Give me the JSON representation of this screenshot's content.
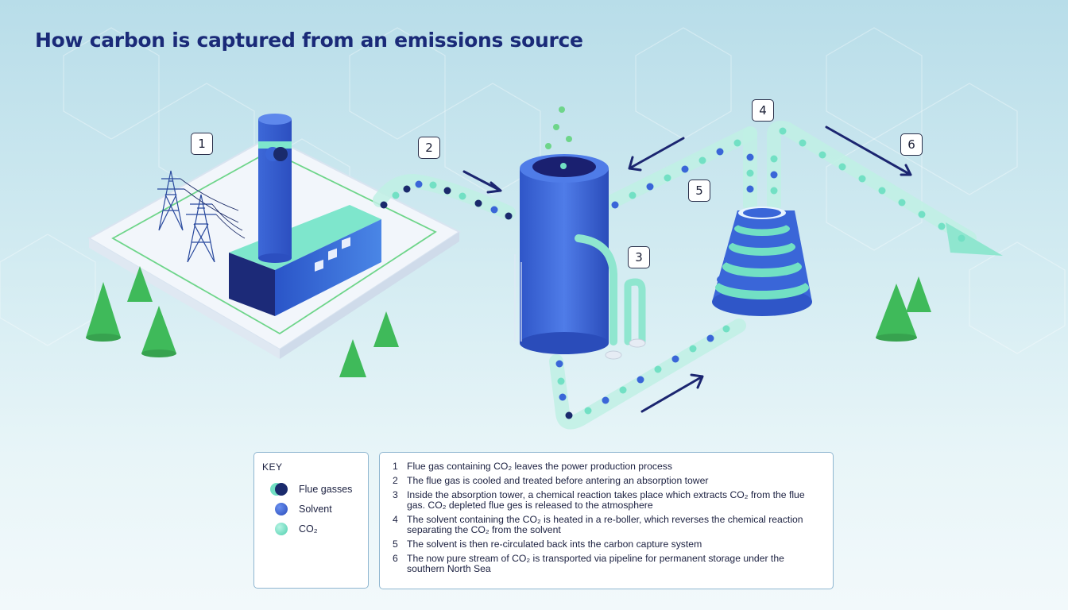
{
  "title": "How carbon is captured from an emissions source",
  "labels": {
    "l1": "1",
    "l2": "2",
    "l3": "3",
    "l4": "4",
    "l5": "5",
    "l6": "6"
  },
  "colors": {
    "title": "#1a2a78",
    "flue_gas_dark": "#1a2a6c",
    "solvent": "#3a66d8",
    "co2": "#72e0c4",
    "tree": "#3fba5a",
    "pipe": "#bff0e4"
  },
  "key": {
    "title": "KEY",
    "items": [
      {
        "label": "Flue gasses",
        "icon": "flue-gas-dots"
      },
      {
        "label": "Solvent",
        "icon": "solvent-dot"
      },
      {
        "label": "CO₂",
        "icon": "co2-dot"
      }
    ]
  },
  "steps": [
    {
      "num": "1",
      "text": "Flue gas containing CO₂ leaves the power production process"
    },
    {
      "num": "2",
      "text": "The flue gas is cooled and treated before antering an absorption tower"
    },
    {
      "num": "3",
      "text": "Inside the absorption tower, a chemical reaction takes place which extracts CO₂ from the flue gas. CO₂ depleted flue ges is released to the atmosphere"
    },
    {
      "num": "4",
      "text": "The solvent containing the CO₂ is heated in a re-boller, which reverses the chemical reaction separating the CO₂ from the solvent"
    },
    {
      "num": "5",
      "text": "The solvent is then re-circulated back ints the carbon capture system"
    },
    {
      "num": "6",
      "text": "The now pure stream of CO₂ is transported via pipeline for permanent storage under the southern North Sea"
    }
  ]
}
